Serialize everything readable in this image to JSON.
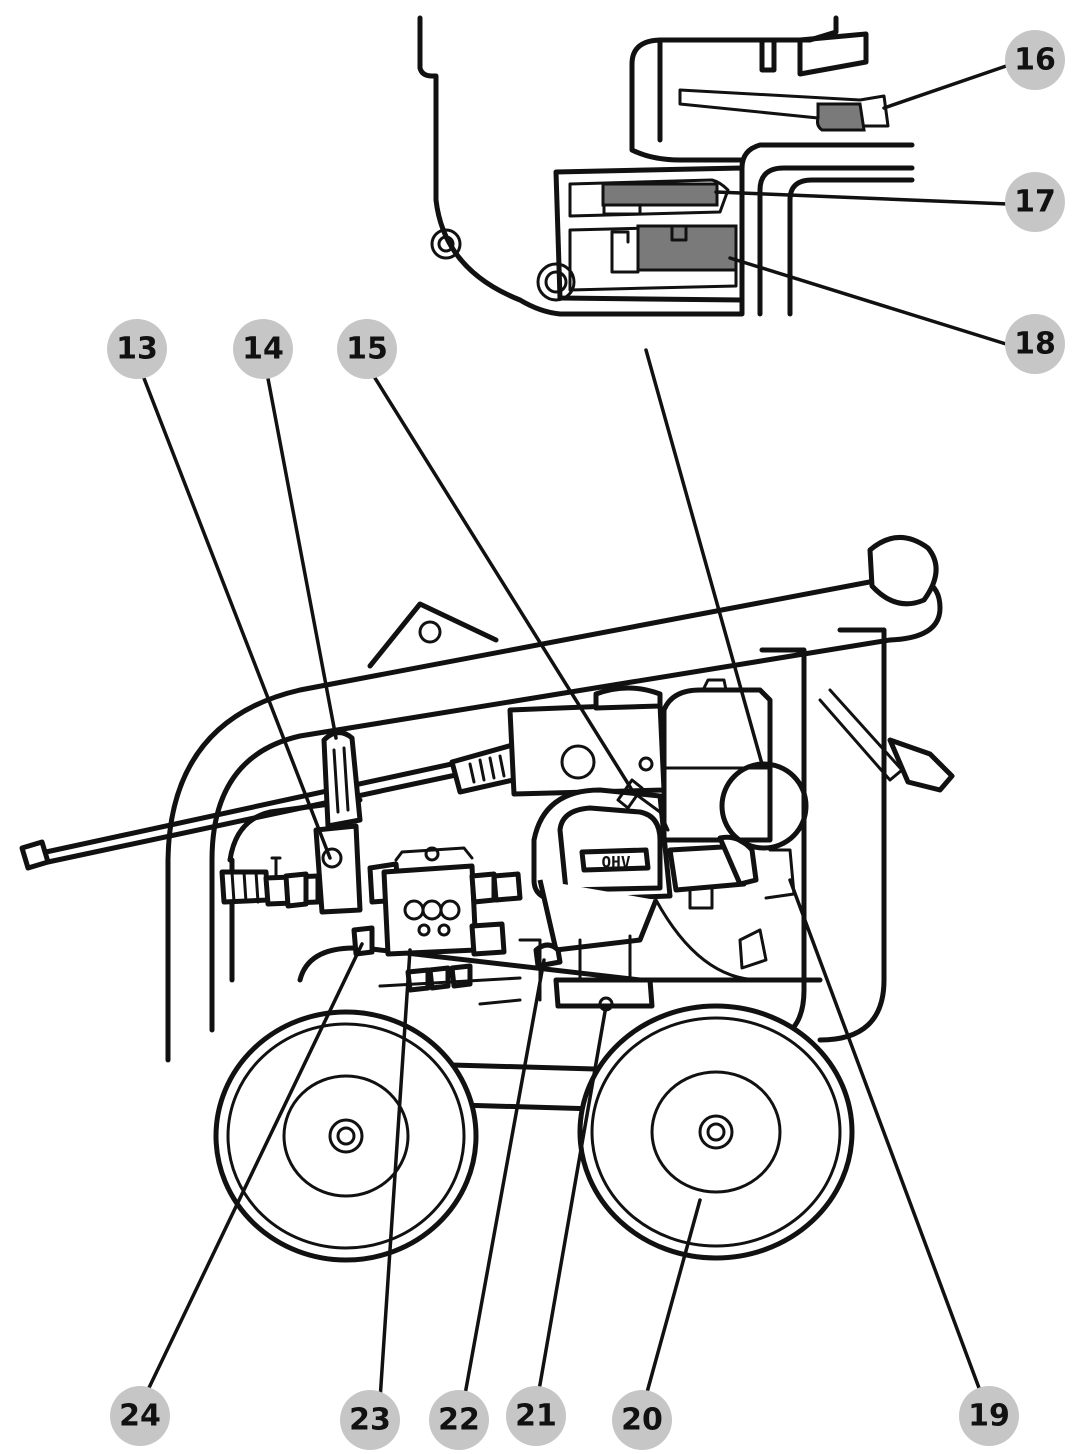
{
  "callouts": [
    {
      "id": "13",
      "label": "13"
    },
    {
      "id": "14",
      "label": "14"
    },
    {
      "id": "15",
      "label": "15"
    },
    {
      "id": "16",
      "label": "16"
    },
    {
      "id": "17",
      "label": "17"
    },
    {
      "id": "18",
      "label": "18"
    },
    {
      "id": "19",
      "label": "19"
    },
    {
      "id": "20",
      "label": "20"
    },
    {
      "id": "21",
      "label": "21"
    },
    {
      "id": "22",
      "label": "22"
    },
    {
      "id": "23",
      "label": "23"
    },
    {
      "id": "24",
      "label": "24"
    }
  ],
  "engine_badge": "OHV",
  "colors": {
    "bubble": "#c6c6c6",
    "line": "#111111",
    "highlight": "#7a7a7a"
  }
}
